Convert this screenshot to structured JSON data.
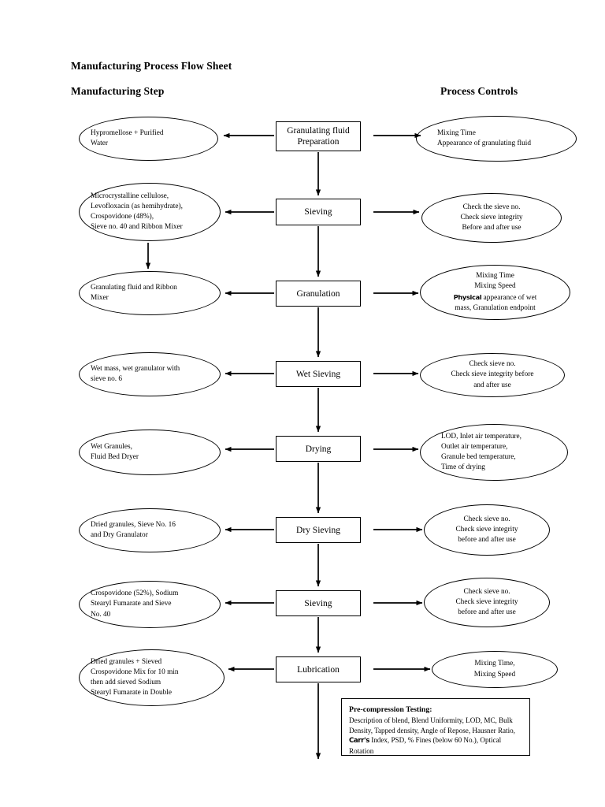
{
  "page": {
    "title": "Manufacturing Process Flow Sheet",
    "column_headers": {
      "left": "Manufacturing Step",
      "right": "Process Controls"
    },
    "background_color": "#ffffff",
    "line_color": "#000000"
  },
  "rows": [
    {
      "step": "Granulating fluid\nPreparation",
      "step_line1": "Granulating fluid",
      "step_line2": "Preparation",
      "materials": "Hypromellose + Purified\nWater",
      "materials_lines": [
        "Hypromellose + Purified",
        "Water"
      ],
      "controls_lines": [
        "Mixing Time",
        "Appearance of granulating fluid"
      ],
      "materials_align": "left",
      "controls_align": "left"
    },
    {
      "step": "Sieving",
      "materials_lines": [
        "Microcrystalline cellulose,",
        "Levofloxacin (as hemihydrate),",
        "Crospovidone (48%),",
        "Sieve no. 40 and Ribbon Mixer"
      ],
      "controls_lines": [
        "Check the sieve no.",
        "Check sieve integrity",
        "Before and after use"
      ],
      "materials_align": "left",
      "controls_align": "center"
    },
    {
      "step": "Granulation",
      "materials_lines": [
        "Granulating fluid and Ribbon",
        "Mixer"
      ],
      "controls_lines": [
        "Mixing Time",
        "Mixing Speed",
        "Physical appearance of wet",
        "mass, Granulation endpoint"
      ],
      "controls_emphasis_word": "Physical",
      "materials_align": "left",
      "controls_align": "center"
    },
    {
      "step": "Wet Sieving",
      "materials_lines": [
        "Wet mass, wet granulator with",
        "sieve no. 6"
      ],
      "controls_lines": [
        "Check sieve no.",
        "Check sieve integrity before",
        "and after use"
      ],
      "materials_align": "left",
      "controls_align": "center"
    },
    {
      "step": "Drying",
      "materials_lines": [
        "Wet Granules,",
        "Fluid Bed Dryer"
      ],
      "controls_lines": [
        "LOD, Inlet air temperature,",
        "Outlet air temperature,",
        "Granule bed temperature,",
        "Time of drying"
      ],
      "materials_align": "left",
      "controls_align": "left"
    },
    {
      "step": "Dry Sieving",
      "materials_lines": [
        "Dried granules, Sieve No. 16",
        "and Dry Granulator"
      ],
      "controls_lines": [
        "Check sieve no.",
        "Check sieve integrity",
        "before and after use"
      ],
      "materials_align": "left",
      "controls_align": "center"
    },
    {
      "step": "Sieving",
      "materials_lines": [
        "Crospovidone (52%), Sodium",
        "Stearyl Fumarate and Sieve",
        "No. 40"
      ],
      "controls_lines": [
        "Check sieve no.",
        "Check sieve integrity",
        "before and after use"
      ],
      "materials_align": "left",
      "controls_align": "center"
    },
    {
      "step": "Lubrication",
      "materials_lines": [
        "Dried granules + Sieved",
        "Crospovidone Mix for 10 min",
        "then add sieved Sodium",
        "Stearyl Fumarate in Double"
      ],
      "controls_lines": [
        "Mixing Time,",
        "Mixing Speed"
      ],
      "materials_align": "left",
      "controls_align": "center"
    }
  ],
  "precompression": {
    "heading": "Pre-compression Testing:",
    "body_lines": [
      "Description of blend, Blend Uniformity, LOD, MC, Bulk",
      "Density, Tapped density, Angle of Repose, Hausner Ratio,",
      "Carr's Index, PSD,  % Fines (below 60  No.), Optical",
      "Rotation"
    ],
    "emphasis_word": "Carr's"
  }
}
